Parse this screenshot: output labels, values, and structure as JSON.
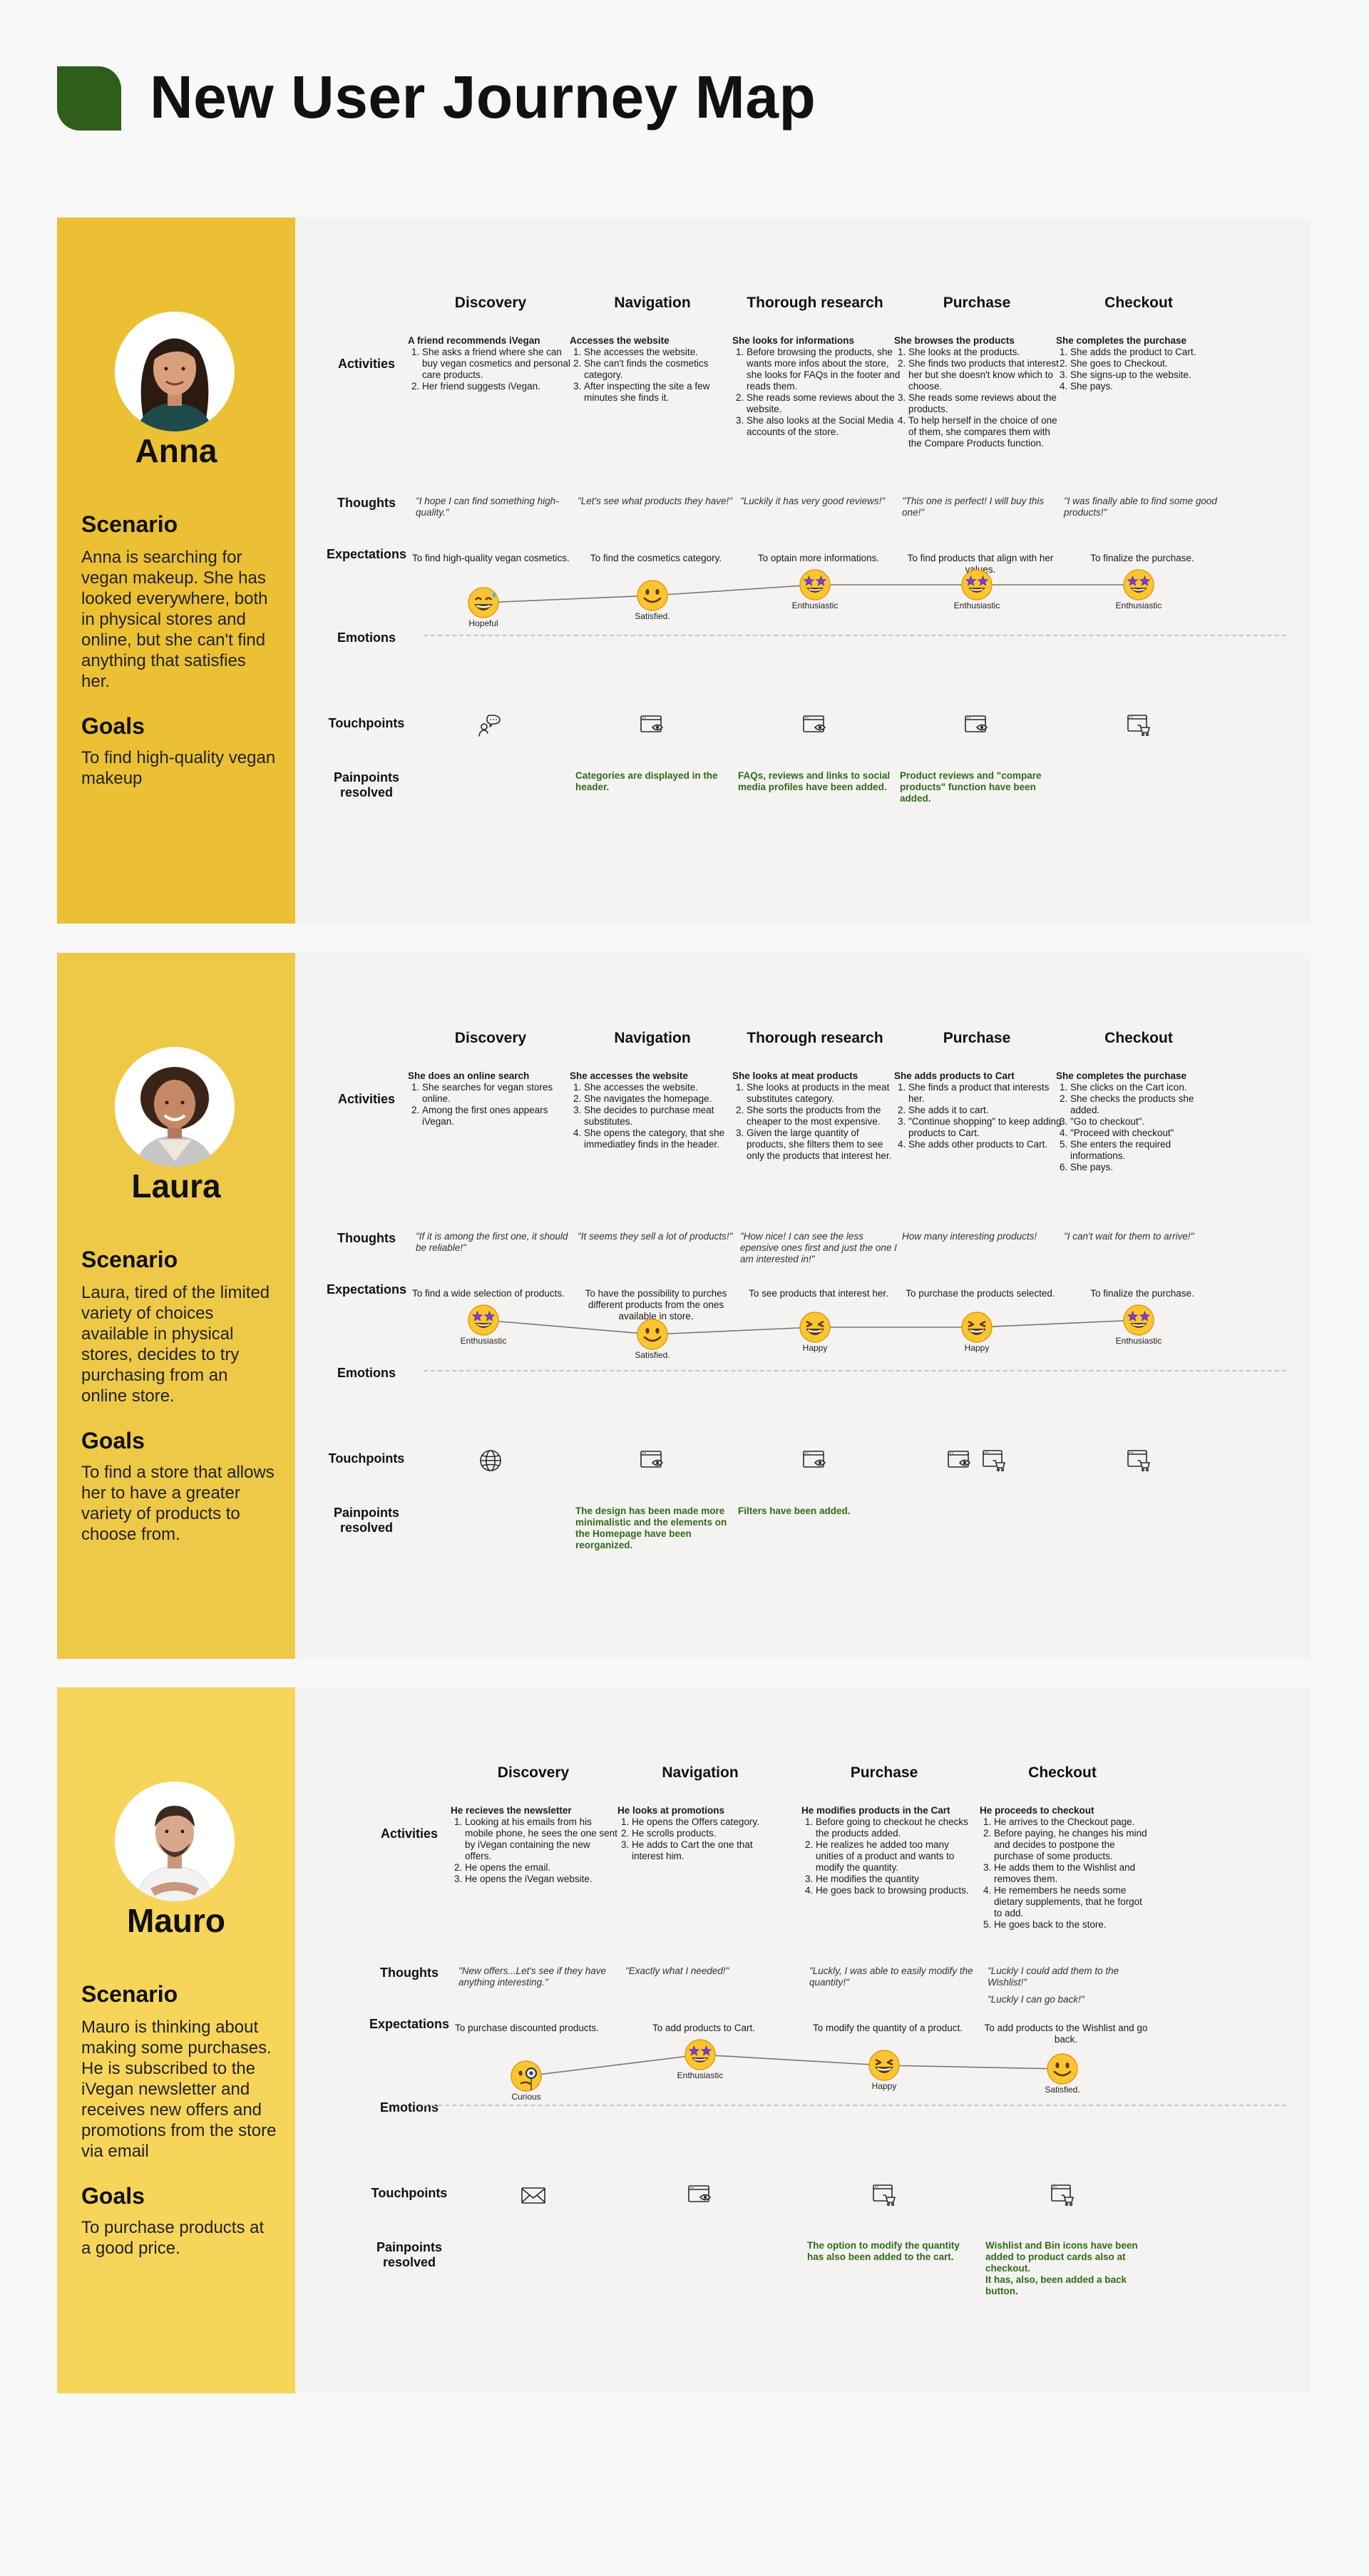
{
  "page_title": "New User Journey Map",
  "colors": {
    "logo": "#2f5e1b",
    "persona_1": "#ebc034",
    "persona_2": "#edc947",
    "persona_3": "#f6d55a",
    "painpoint_text": "#2f6b1c",
    "emotion_line": "#777777"
  },
  "row_labels": {
    "activities": "Activities",
    "thoughts": "Thoughts",
    "expectations": "Expectations",
    "emotions": "Emotions",
    "touchpoints": "Touchpoints",
    "painpoints": "Painpoints\nresolved"
  },
  "personas": [
    {
      "name": "Anna",
      "scenario_heading": "Scenario",
      "scenario": "Anna is searching for vegan makeup. She has looked everywhere, both in physical stores and online, but she can't find anything that satisfies her.",
      "goals_heading": "Goals",
      "goals": "To find high-quality vegan makeup",
      "stages": [
        {
          "header": "Discovery",
          "activity_title": "A friend recommends iVegan",
          "activities": [
            "She asks a friend where she can buy vegan cosmetics and personal care products.",
            "Her friend suggests iVegan."
          ],
          "thought": "\"I hope I can find something high-quality.\"",
          "expectation": "To find high-quality vegan cosmetics.",
          "emotion": "Hopeful",
          "emoji": "grin-sweat",
          "emotion_level": 0.25,
          "touchpoints": [
            "speech-bubble-person-icon"
          ],
          "painpoint": ""
        },
        {
          "header": "Navigation",
          "activity_title": "Accesses the website",
          "activities": [
            "She accesses the website.",
            "She can't finds the cosmetics category.",
            "After inspecting the site a few minutes she finds it."
          ],
          "thought": "\"Let's see what products they have!\"",
          "expectation": "To find the cosmetics category.",
          "emotion": "Satisfied.",
          "emoji": "smile",
          "emotion_level": 0.35,
          "touchpoints": [
            "browser-eye-icon"
          ],
          "painpoint": "Categories are displayed in the header."
        },
        {
          "header": "Thorough research",
          "activity_title": "She looks for informations",
          "activities": [
            "Before browsing the products, she wants more infos about the store, she looks for FAQs in the footer and reads them.",
            "She reads some reviews about the website.",
            "She also looks at the Social Media accounts of the store."
          ],
          "thought": "\"Luckily it has very good reviews!\"",
          "expectation": "To optain more informations.",
          "emotion": "Enthusiastic",
          "emoji": "star-struck",
          "emotion_level": 0.5,
          "touchpoints": [
            "browser-eye-icon"
          ],
          "painpoint": "FAQs, reviews and links to social media profiles have been added."
        },
        {
          "header": "Purchase",
          "activity_title": "She browses the products",
          "activities": [
            "She looks at the products.",
            "She finds two products that interest her but she doesn't know which to choose.",
            "She reads some reviews about the products.",
            "To help herself in the choice of one of them, she compares them with the Compare Products function."
          ],
          "thought": "\"This one is perfect! I will buy this one!\"",
          "expectation": "To find products that align with her values.",
          "emotion": "Enthusiastic",
          "emoji": "star-struck",
          "emotion_level": 0.5,
          "touchpoints": [
            "browser-eye-icon"
          ],
          "painpoint": "Product reviews and \"compare products\" function have been added."
        },
        {
          "header": "Checkout",
          "activity_title": "She completes the purchase",
          "activities": [
            "She adds the product to Cart.",
            "She goes to Checkout.",
            "She signs-up to the website.",
            "She pays."
          ],
          "thought": "\"I was finally able to find some good products!\"",
          "expectation": "To finalize the purchase.",
          "emotion": "Enthusiastic",
          "emoji": "star-struck",
          "emotion_level": 0.5,
          "touchpoints": [
            "browser-cart-icon"
          ],
          "painpoint": ""
        }
      ]
    },
    {
      "name": "Laura",
      "scenario_heading": "Scenario",
      "scenario": "Laura, tired of the limited variety of choices available in physical stores, decides to try purchasing from an online store.",
      "goals_heading": "Goals",
      "goals": "To find a store that allows her to have a greater variety of products to choose from.",
      "stages": [
        {
          "header": "Discovery",
          "activity_title": "She does an online search",
          "activities": [
            "She searches for vegan stores online.",
            "Among the first ones appears iVegan."
          ],
          "thought": "\"If it is among the first one, it should be reliable!\"",
          "expectation": "To find a wide selection of products.",
          "emotion": "Enthusiastic",
          "emoji": "star-struck",
          "emotion_level": 0.5,
          "touchpoints": [
            "globe-icon"
          ],
          "painpoint": ""
        },
        {
          "header": "Navigation",
          "activity_title": "She accesses the website",
          "activities": [
            "She accesses the website.",
            "She navigates the homepage.",
            "She decides to purchase meat substitutes.",
            "She opens the category, that she immediatley finds in the header."
          ],
          "thought": "\"It seems they sell a lot of products!\"",
          "expectation": "To have the possibility to purches different products from the ones available in store.",
          "emotion": "Satisfied.",
          "emoji": "smile",
          "emotion_level": 0.3,
          "touchpoints": [
            "browser-eye-icon"
          ],
          "painpoint": "The design has been made more minimalistic and the elements on the Homepage have been reorganized."
        },
        {
          "header": "Thorough research",
          "activity_title": "She looks at meat products",
          "activities": [
            "She looks at products in the meat substitutes category.",
            "She sorts the products from the cheaper to the most expensive.",
            "Given the large quantity of products, she filters them to see only the products that interest her."
          ],
          "thought": "\"How nice! I can see the less epensive ones first and just the one I am interested in!\"",
          "expectation": "To see products that interest her.",
          "emotion": "Happy",
          "emoji": "laugh",
          "emotion_level": 0.4,
          "touchpoints": [
            "browser-eye-icon"
          ],
          "painpoint": "Filters have been added."
        },
        {
          "header": "Purchase",
          "activity_title": "She adds products to Cart",
          "activities": [
            "She finds a product that interests her.",
            "She adds it to cart.",
            "\"Continue shopping\" to keep adding products to Cart.",
            "She adds other products to Cart."
          ],
          "thought": "How many interesting products!",
          "expectation": "To purchase the products selected.",
          "emotion": "Happy",
          "emoji": "laugh",
          "emotion_level": 0.4,
          "touchpoints": [
            "browser-eye-icon",
            "browser-cart-icon"
          ],
          "painpoint": ""
        },
        {
          "header": "Checkout",
          "activity_title": "She completes the purchase",
          "activities": [
            "She clicks on the Cart icon.",
            "She checks the products she added.",
            "\"Go to checkout\".",
            "\"Proceed with checkout\"",
            "She enters the required informations.",
            "She pays."
          ],
          "thought": "\"I can't wait for them to arrive!\"",
          "expectation": "To finalize the purchase.",
          "emotion": "Enthusiastic",
          "emoji": "star-struck",
          "emotion_level": 0.5,
          "touchpoints": [
            "browser-cart-icon"
          ],
          "painpoint": ""
        }
      ]
    },
    {
      "name": "Mauro",
      "scenario_heading": "Scenario",
      "scenario": "Mauro is thinking about making some purchases.\nHe is subscribed to the iVegan newsletter and receives new offers and promotions from the store via email",
      "goals_heading": "Goals",
      "goals": "To purchase products at a good price.",
      "stages": [
        {
          "header": "Discovery",
          "activity_title": "He recieves the newsletter",
          "activities": [
            "Looking at his emails from his mobile phone, he sees the one sent by iVegan containing the new offers.",
            "He opens the email.",
            "He opens the iVegan website."
          ],
          "thought": "\"New offers...Let's see if they have anything interesting.\"",
          "thought_extra": "",
          "expectation": "To purchase discounted products.",
          "emotion": "Curious",
          "emoji": "monocle",
          "emotion_level": 0.2,
          "touchpoints": [
            "envelope-icon"
          ],
          "painpoint": ""
        },
        {
          "header": "Navigation",
          "activity_title": "He looks at promotions",
          "activities": [
            "He opens the Offers category.",
            "He scrolls products.",
            "He adds to Cart the one that interest him."
          ],
          "thought": "\"Exactly what I needed!\"",
          "thought_extra": "",
          "expectation": "To add products to Cart.",
          "emotion": "Enthusiastic",
          "emoji": "star-struck",
          "emotion_level": 0.5,
          "touchpoints": [
            "browser-eye-icon"
          ],
          "painpoint": ""
        },
        {
          "header": "Purchase",
          "activity_title": "He modifies products in the Cart",
          "activities": [
            "Before going to checkout he checks the products added.",
            "He realizes he added too many unities of a product and wants to modify the quantity.",
            "He modifies the quantity",
            "He goes back to browsing products."
          ],
          "thought": "\"Luckly, I was able to easily modify the quantity!\"",
          "thought_extra": "",
          "expectation": "To modify the quantity of a product.",
          "emotion": "Happy",
          "emoji": "laugh",
          "emotion_level": 0.35,
          "touchpoints": [
            "browser-cart-icon"
          ],
          "painpoint": "The option to modify the quantity has also been added to the cart."
        },
        {
          "header": "Checkout",
          "activity_title": "He proceeds to checkout",
          "activities": [
            "He arrives to the Checkout page.",
            "Before paying, he changes his mind and decides to postpone the purchase of some products.",
            "He adds them to the Wishlist and removes them.",
            "He remembers he needs some dietary supplements, that he forgot to add.",
            "He goes back to the store."
          ],
          "thought": "\"Luckly I could add them to the Wishlist!\"",
          "thought_extra": "\"Luckly I can go back!\"",
          "expectation": "To add products to the Wishlist and go back.",
          "emotion": "Satisfied.",
          "emoji": "smile",
          "emotion_level": 0.3,
          "touchpoints": [
            "browser-cart-icon"
          ],
          "painpoint": "Wishlist and Bin icons have been added to product cards also at checkout.\nIt has, also, been added a back button."
        }
      ]
    }
  ]
}
